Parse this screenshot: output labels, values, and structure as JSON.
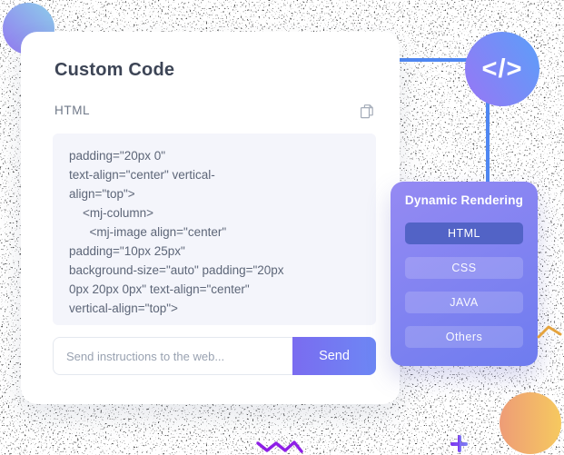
{
  "card": {
    "title": "Custom Code",
    "section_label": "HTML",
    "code_lines": [
      "padding=\"20px 0\"",
      "text-align=\"center\" vertical-",
      "align=\"top\">",
      "    <mj-column>",
      "      <mj-image align=\"center\"",
      "padding=\"10px 25px\"",
      "background-size=\"auto\" padding=\"20px",
      "0px 20px 0px\" text-align=\"center\"",
      "vertical-align=\"top\">"
    ],
    "input_placeholder": "Send instructions to the web...",
    "send_label": "Send"
  },
  "panel": {
    "title": "Dynamic Rendering",
    "options": [
      {
        "label": "HTML",
        "active": true
      },
      {
        "label": "CSS",
        "active": false
      },
      {
        "label": "JAVA",
        "active": false
      },
      {
        "label": "Others",
        "active": false
      }
    ]
  },
  "icons": {
    "code_symbol": "</>",
    "copy": "copy-icon",
    "chevron": "chevron-up-icon",
    "zigzag": "zigzag-icon",
    "plus": "plus-icon"
  },
  "colors": {
    "connector_blue": "#4f87f2",
    "send_gradient": [
      "#7a6cf0",
      "#6d87f4"
    ],
    "panel_gradient": [
      "#958af3",
      "#6e7cef"
    ],
    "panel_active_option": "#5263c6",
    "code_circle_gradient": [
      "#8f7cf6",
      "#5e9df8"
    ],
    "deco_circle_top_left": [
      "#8cc9ea",
      "#9381f0"
    ],
    "deco_circle_bottom_right": [
      "#ee9c77",
      "#f6c95f"
    ],
    "code_block_bg": "#f4f5fb",
    "zigzag": "#8e1fe6",
    "chevron": "#e5a33d",
    "plus": "#7b2ff0"
  }
}
